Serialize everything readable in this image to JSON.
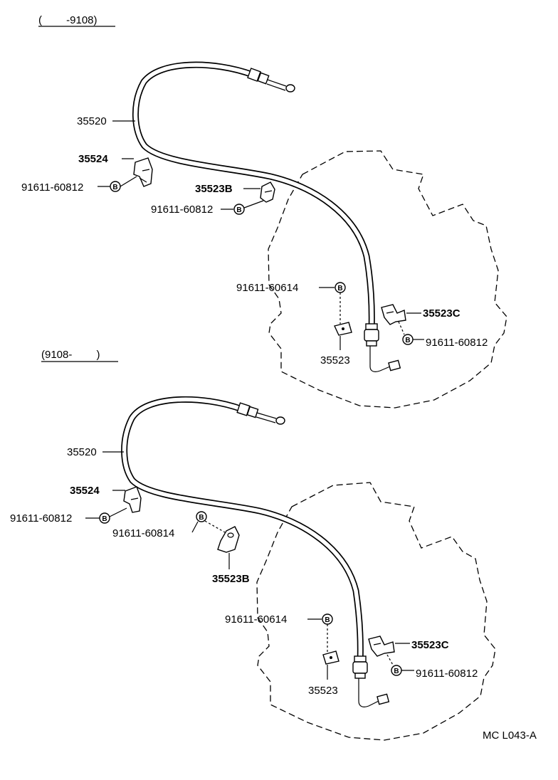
{
  "sections": [
    {
      "range_label": "(　　 -9108)",
      "labels": {
        "cable": "35520",
        "clamp": "35524",
        "clamp_bolt": "91611-60812",
        "bracket_b": "35523B",
        "bracket_b_bolt": "91611-60812",
        "plate_bolt": "91611-60614",
        "plate": "35523",
        "bracket_c": "35523C",
        "bracket_c_bolt": "91611-60812"
      }
    },
    {
      "range_label": "(9108-　　 )",
      "labels": {
        "cable": "35520",
        "clamp": "35524",
        "clamp_bolt": "91611-60812",
        "bracket_b_bolt": "91611-60814",
        "bracket_b": "35523B",
        "plate_bolt": "91611-60614",
        "bracket_c": "35523C",
        "plate": "35523",
        "bracket_c_bolt": "91611-60812"
      }
    }
  ],
  "badge_letter": "B",
  "figure_code": "MC L043-A"
}
